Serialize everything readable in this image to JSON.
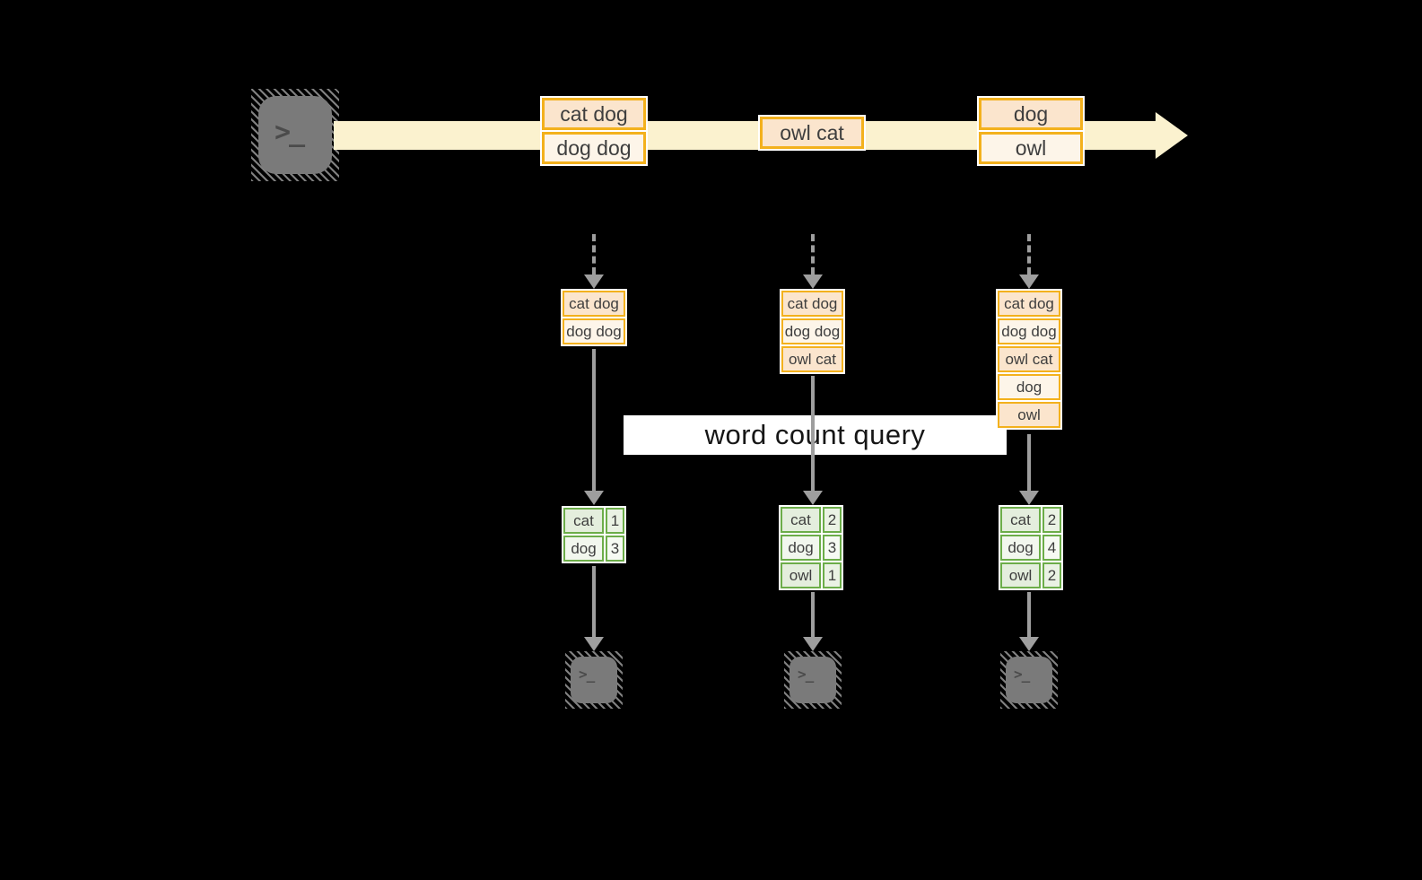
{
  "banner": {
    "label": "word count query"
  },
  "stream": {
    "events": [
      {
        "rows": [
          "cat dog",
          "dog dog"
        ]
      },
      {
        "rows": [
          "owl cat"
        ]
      },
      {
        "rows": [
          "dog",
          "owl"
        ]
      }
    ]
  },
  "columns": [
    {
      "state": [
        "cat dog",
        "dog dog"
      ],
      "counts": [
        {
          "word": "cat",
          "count": "1"
        },
        {
          "word": "dog",
          "count": "3"
        }
      ]
    },
    {
      "state": [
        "cat dog",
        "dog dog",
        "owl cat"
      ],
      "counts": [
        {
          "word": "cat",
          "count": "2"
        },
        {
          "word": "dog",
          "count": "3"
        },
        {
          "word": "owl",
          "count": "1"
        }
      ]
    },
    {
      "state": [
        "cat dog",
        "dog dog",
        "owl cat",
        "dog",
        "owl"
      ],
      "counts": [
        {
          "word": "cat",
          "count": "2"
        },
        {
          "word": "dog",
          "count": "4"
        },
        {
          "word": "owl",
          "count": "2"
        }
      ]
    }
  ],
  "terminal": {
    "glyph": ">_"
  },
  "colors": {
    "background": "#000000",
    "stream_band": "#FBF2CF",
    "gold_border": "#F3B11D",
    "peach_fill": "#FBE5CD",
    "cream_fill": "#FDF5E9",
    "green_border": "#6CAD49",
    "green_cell_dark": "#E4EEDD",
    "green_cell_light": "#F2F7EE",
    "arrow_gray": "#9E9E9E",
    "banner_bg": "#FFFFFF"
  }
}
